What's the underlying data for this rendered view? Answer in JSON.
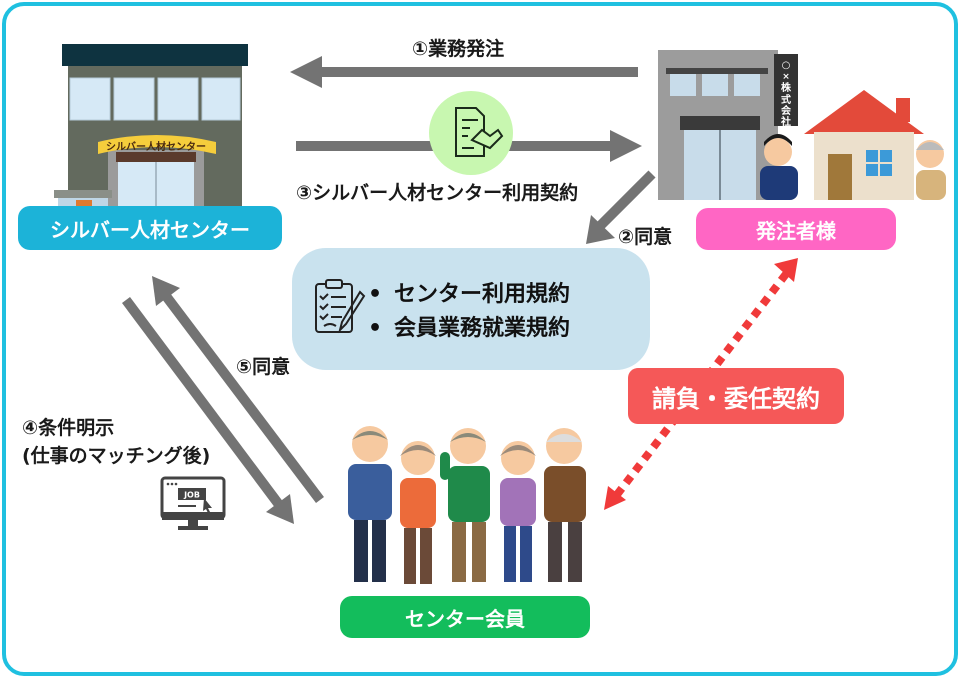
{
  "colors": {
    "frame": "#1fc0e0",
    "center_label": "#1cb3d8",
    "client_label": "#ff66c4",
    "member_label": "#13bd5c",
    "contract_label": "#f55858",
    "arrow_gray": "#737373",
    "arrow_red": "#f03a3a",
    "rules_bg": "#c9e2ee",
    "handshake_circle": "#c8f7b0"
  },
  "nodes": {
    "center": {
      "label": "シルバー人材センター",
      "building_sign": "シルバー人材センター"
    },
    "client": {
      "label": "発注者様",
      "company_sign": "○×株式会社"
    },
    "members": {
      "label": "センター会員"
    }
  },
  "flows": {
    "step1": "①業務発注",
    "step2": "②同意",
    "step3": "③シルバー人材センター利用契約",
    "step4_line1": "④条件明示",
    "step4_line2": "(仕事のマッチング後)",
    "step5": "⑤同意"
  },
  "rules": {
    "items": [
      "センター利用規約",
      "会員業務就業規約"
    ],
    "bullet": "•"
  },
  "contract": {
    "label": "請負・委任契約"
  },
  "icons": {
    "job_text": "JOB"
  }
}
